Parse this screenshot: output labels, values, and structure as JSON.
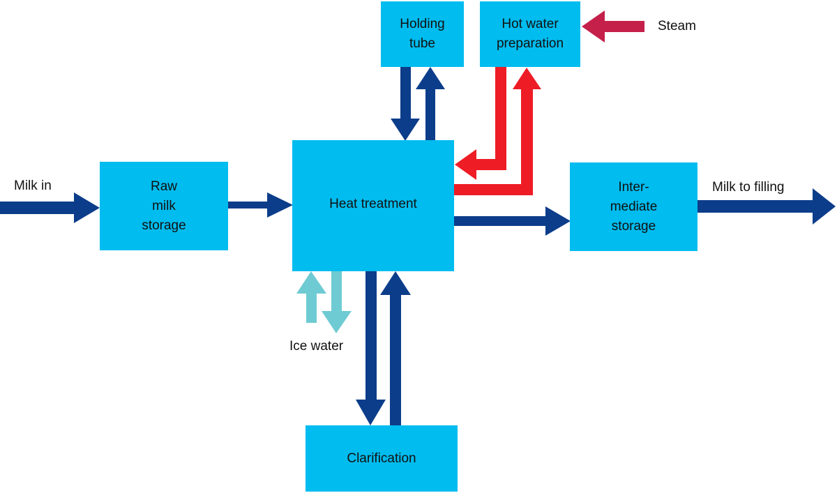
{
  "colors": {
    "box": "#00bcef",
    "milk": "#0c3d8a",
    "hot_water": "#ee1c25",
    "steam": "#c4204a",
    "ice_water": "#6fcbd3"
  },
  "boxes": {
    "raw_milk_storage": "Raw\nmilk\nstorage",
    "heat_treatment": "Heat treatment",
    "holding_tube": "Holding\ntube",
    "hot_water_preparation": "Hot water\npreparation",
    "intermediate_storage": "Inter-\nmediate\nstorage",
    "clarification": "Clarification"
  },
  "labels": {
    "milk_in": "Milk in",
    "milk_to_filling": "Milk to filling",
    "steam": "Steam",
    "ice_water": "Ice water"
  }
}
